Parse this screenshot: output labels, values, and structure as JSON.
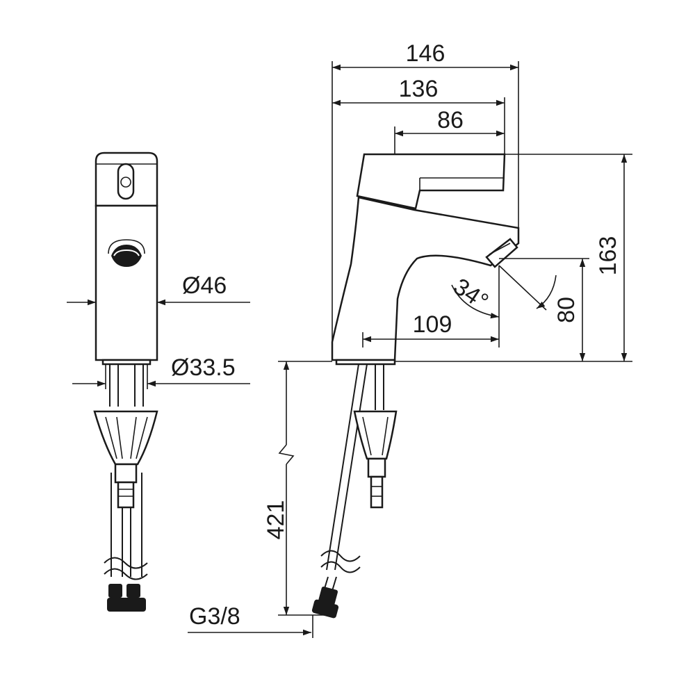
{
  "diagram": {
    "colors": {
      "line": "#1a1a1a",
      "background": "#ffffff"
    },
    "dimensions": {
      "d146": "146",
      "d136": "136",
      "d86": "86",
      "d163": "163",
      "d80": "80",
      "d109": "109",
      "angle": "34°",
      "dia46": "Ø46",
      "dia335": "Ø33.5",
      "d421": "421",
      "thread": "G3/8"
    }
  }
}
